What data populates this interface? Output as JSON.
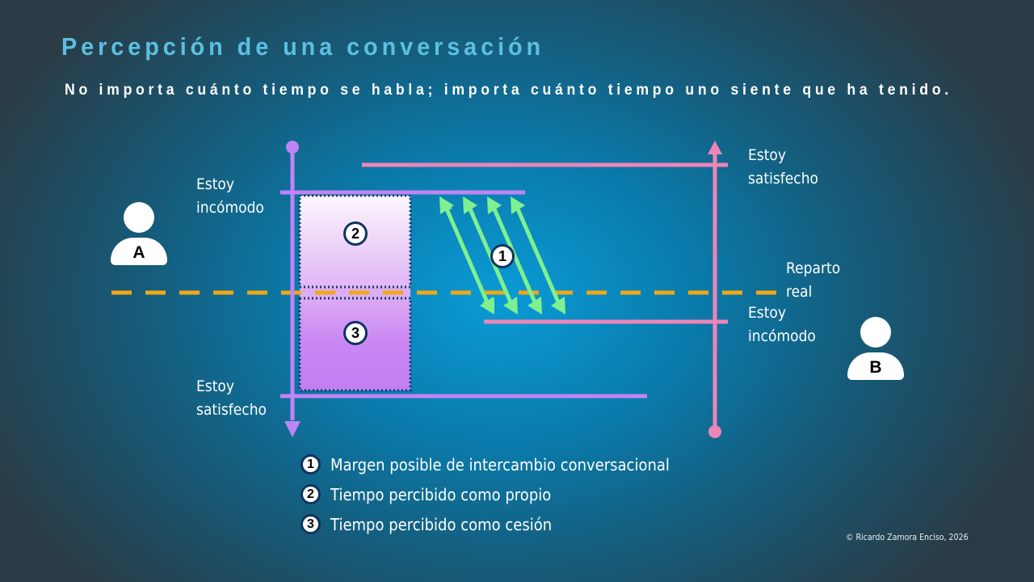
{
  "header": {
    "title": "Percepción de una conversación",
    "subtitle": "No importa cuánto tiempo se habla; importa cuánto tiempo uno siente que ha tenido."
  },
  "people": {
    "a": {
      "letter": "A"
    },
    "b": {
      "letter": "B"
    }
  },
  "labels": {
    "a_uncomfortable": [
      "Estoy",
      "incómodo"
    ],
    "a_satisfied": [
      "Estoy",
      "satisfecho"
    ],
    "b_satisfied": [
      "Estoy",
      "satisfecho"
    ],
    "b_uncomfortable": [
      "Estoy",
      "incómodo"
    ],
    "real_split": [
      "Reparto",
      "real"
    ]
  },
  "regions": {
    "r1": "1",
    "r2": "2",
    "r3": "3"
  },
  "legend": [
    {
      "num": "1",
      "text": "Margen posible de intercambio conversacional"
    },
    {
      "num": "2",
      "text": "Tiempo percibido como propio"
    },
    {
      "num": "3",
      "text": "Tiempo percibido como cesión"
    }
  ],
  "footer": {
    "copyright": "© Ricardo Zamora Enciso, 2026"
  },
  "colors": {
    "title": "#5cbfe0",
    "axis_a": "#c084f5",
    "axis_b": "#ef85b8",
    "arrows": "#7ef08f",
    "real_split_line": "#f0a818",
    "badge_border": "#0e3460"
  }
}
